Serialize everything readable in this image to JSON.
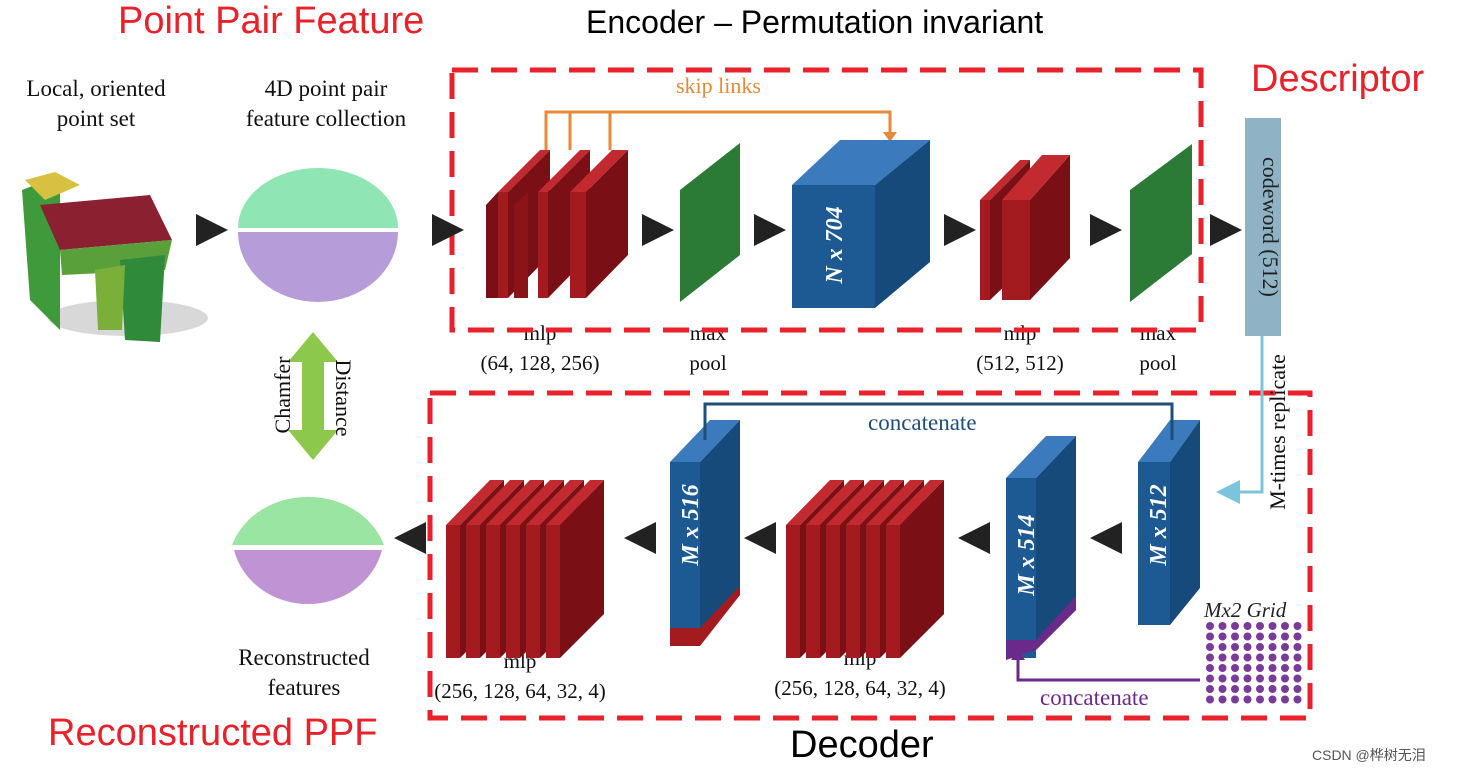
{
  "titles": {
    "ppf": "Point Pair Feature",
    "encoder": "Encoder – Permutation invariant",
    "descriptor": "Descriptor",
    "reconstructed_ppf": "Reconstructed PPF",
    "decoder": "Decoder"
  },
  "inputs": {
    "local_line1": "Local, oriented",
    "local_line2": "point set",
    "ppf4d_line1": "4D point pair",
    "ppf4d_line2": "feature collection",
    "recon_line1": "Reconstructed",
    "recon_line2": "features"
  },
  "chamfer": {
    "left": "Chamfer",
    "right": "Distance"
  },
  "encoder": {
    "skip_links": "skip links",
    "mlp1_name": "mlp",
    "mlp1_dims": "(64, 128, 256)",
    "maxpool1_line1": "max",
    "maxpool1_line2": "pool",
    "block_label": "N x 704",
    "mlp2_name": "mlp",
    "mlp2_dims": "(512, 512)",
    "maxpool2_line1": "max",
    "maxpool2_line2": "pool",
    "codeword": "codeword (512)"
  },
  "decoder": {
    "replicate": "M-times replicate",
    "concat_top": "concatenate",
    "concat_bottom": "concatenate",
    "grid_label": "Mx2 Grid",
    "block_512": "M x 512",
    "block_514": "M x 514",
    "block_516": "M x 516",
    "mlp_a_name": "mlp",
    "mlp_a_dims": "(256, 128, 64, 32, 4)",
    "mlp_b_name": "mlp",
    "mlp_b_dims": "(256, 128, 64, 32, 4)"
  },
  "watermark": "CSDN @桦树无泪",
  "colors": {
    "red_box": "#e8212a",
    "mlp_red": "#a31a1f",
    "pool_green": "#2b7a35",
    "block_blue": "#1d5a94",
    "codeword_blue": "#8fb3c4",
    "skip_orange": "#e58a3a",
    "grid_purple": "#7a3a9a",
    "chamfer_green": "#8cc84b"
  }
}
